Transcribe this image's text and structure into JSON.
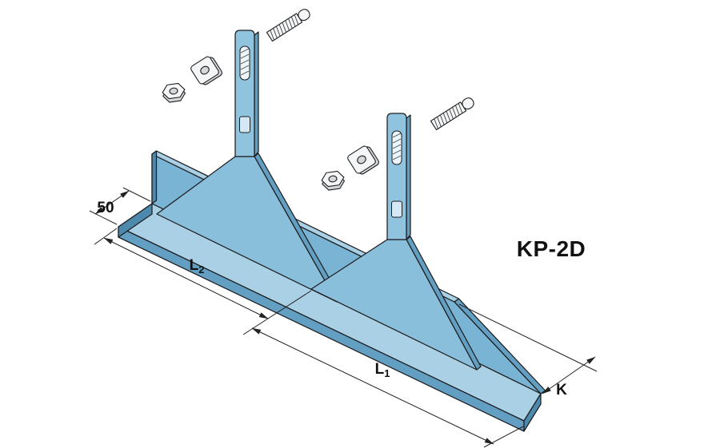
{
  "drawing": {
    "product_label": "KP-2D",
    "dims": {
      "width": "50",
      "l2": {
        "base": "L",
        "sub": "2"
      },
      "l1": {
        "base": "L",
        "sub": "1"
      },
      "k": "K"
    },
    "colors": {
      "steel-top": "#a9d0e5",
      "steel-face": "#79b4d4",
      "steel-gusset": "#8abfdc",
      "steel-tab": "#8fc3de",
      "steel-side": "#639fc3",
      "steel-dark": "#4d89ac",
      "hole": "#d3e8f4",
      "metal-light": "#f5f6f7",
      "metal-mid": "#d4d8da",
      "outline": "#1d1d1f",
      "dim-line": "#222222",
      "label": "#111111"
    }
  }
}
